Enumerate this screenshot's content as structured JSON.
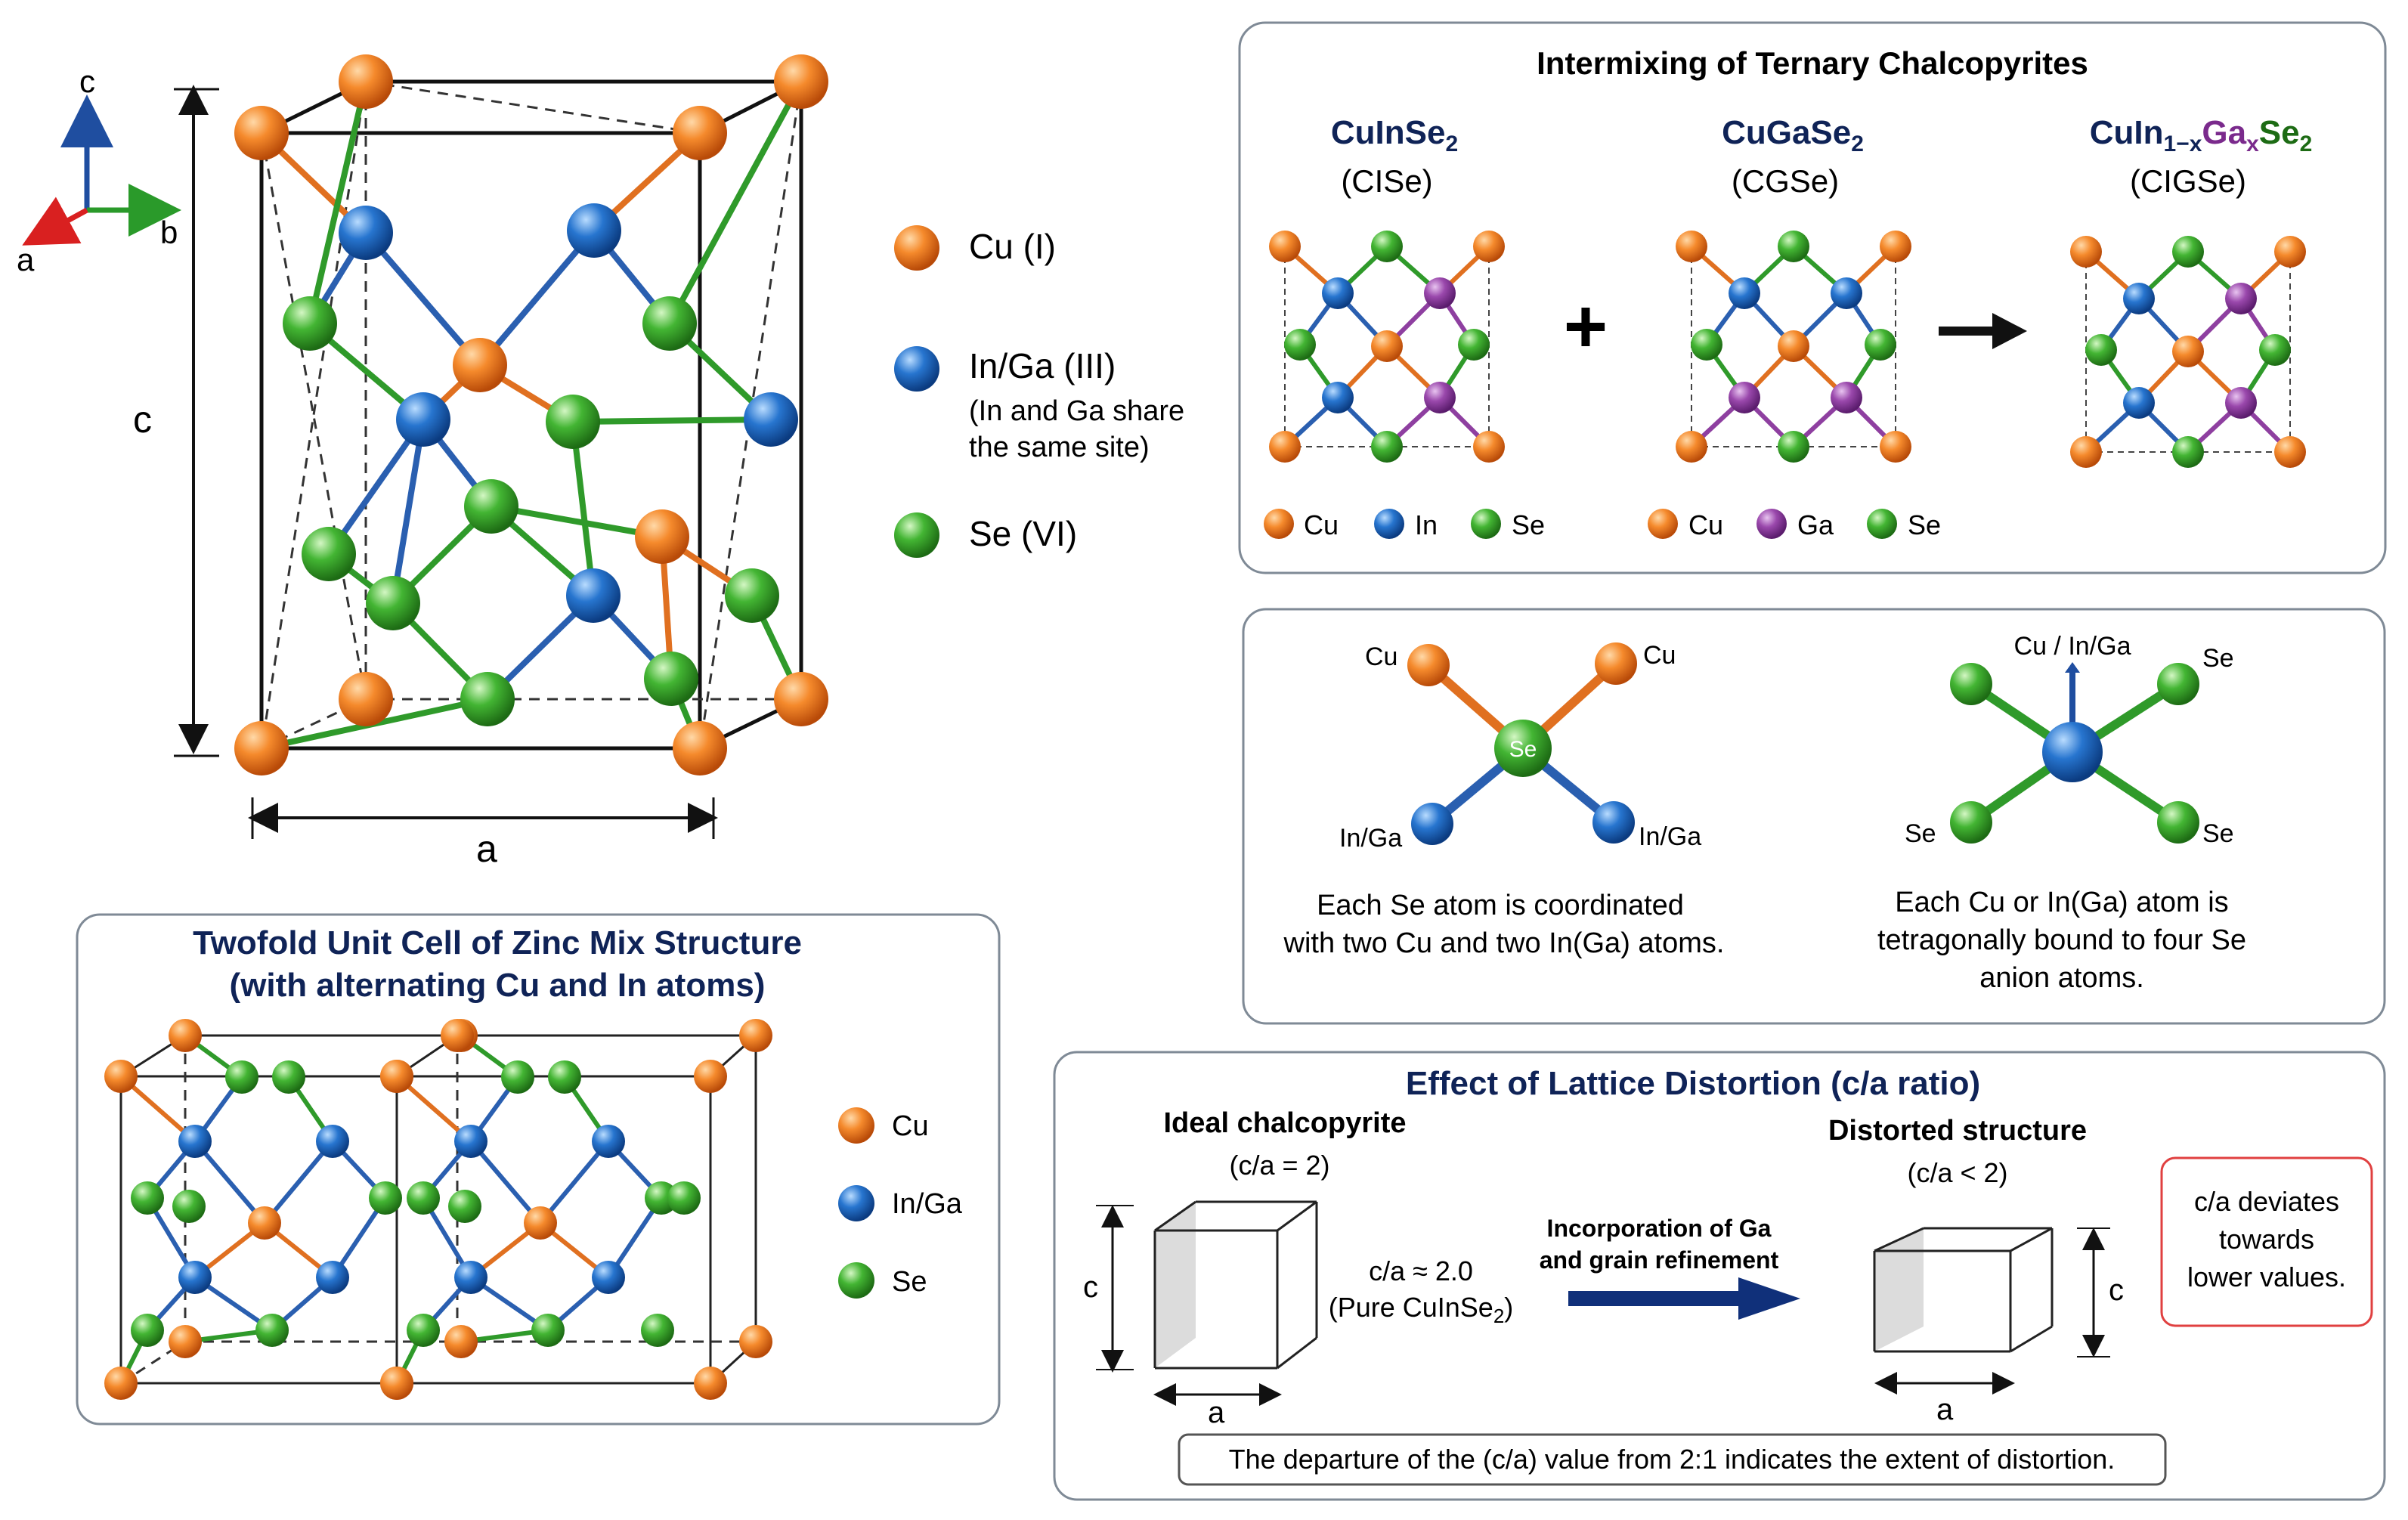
{
  "colors": {
    "cu": "#f07a20",
    "in": "#1f6bc2",
    "ga": "#8e3fa0",
    "se": "#3cae2f",
    "bond_in": "#2a5fb0",
    "bond_se": "#2f9a2a",
    "bond_cu": "#e07020",
    "title_navy": "#0f2357",
    "panel_border": "#7f8a96",
    "note_border": "#e04040",
    "arrow_navy": "#10307a"
  },
  "axes": {
    "c": "c",
    "b": "b",
    "a": "a"
  },
  "main_cell": {
    "c_label": "c",
    "a_label": "a"
  },
  "legend_main": {
    "cu": "Cu (I)",
    "ingaa": "In/Ga (III)",
    "ingaa_note_1": "(In and Ga share",
    "ingaa_note_2": "the same site)",
    "se": "Se (VI)"
  },
  "intermixing": {
    "title": "Intermixing of Ternary Chalcopyrites",
    "cise": {
      "f1": "CuInSe",
      "sub": "2",
      "name": "(CISe)"
    },
    "cgse": {
      "f1": "CuGaSe",
      "sub": "2",
      "name": "(CGSe)"
    },
    "cigse": {
      "f1": "CuIn",
      "sub1": "1−x",
      "ga": "Ga",
      "subx": "x",
      "se": "Se",
      "sub2": "2",
      "name": "(CIGSe)"
    },
    "plus": "+",
    "legend1": {
      "cu": "Cu",
      "in": "In",
      "se": "Se"
    },
    "legend2": {
      "cu": "Cu",
      "ga": "Ga",
      "se": "Se"
    }
  },
  "coordination": {
    "left": {
      "cu1": "Cu",
      "cu2": "Cu",
      "in1": "In/Ga",
      "in2": "In/Ga",
      "center": "Se",
      "caption1": "Each Se atom is coordinated",
      "caption2": "with two Cu and two In(Ga) atoms."
    },
    "right": {
      "top": "Cu / In/Ga",
      "se1": "Se",
      "se2": "Se",
      "se3": "Se",
      "caption1": "Each Cu or In(Ga) atom is",
      "caption2": "tetragonally bound to four Se",
      "caption3": "anion atoms."
    }
  },
  "twofold": {
    "title1": "Twofold Unit Cell of Zinc Mix Structure",
    "title2": "(with alternating Cu and In atoms)",
    "legend": {
      "cu": "Cu",
      "in": "In/Ga",
      "se": "Se"
    }
  },
  "distortion": {
    "title": "Effect of Lattice Distortion (c/a ratio)",
    "ideal_title": "Ideal chalcopyrite",
    "ideal_ratio": "(c/a = 2)",
    "ideal_value": "c/a ≈ 2.0",
    "ideal_pure": "(Pure CuInSe",
    "ideal_pure_sub": "2",
    "ideal_pure_end": ")",
    "arrow_line1": "Incorporation of Ga",
    "arrow_line2": "and grain refinement",
    "distorted_title": "Distorted structure",
    "distorted_ratio": "(c/a < 2)",
    "c_label": "c",
    "a_label": "a",
    "note1": "c/a deviates",
    "note2": "towards",
    "note3": "lower values.",
    "footer": "The departure of the (c/a) value from 2:1 indicates the extent of distortion."
  }
}
